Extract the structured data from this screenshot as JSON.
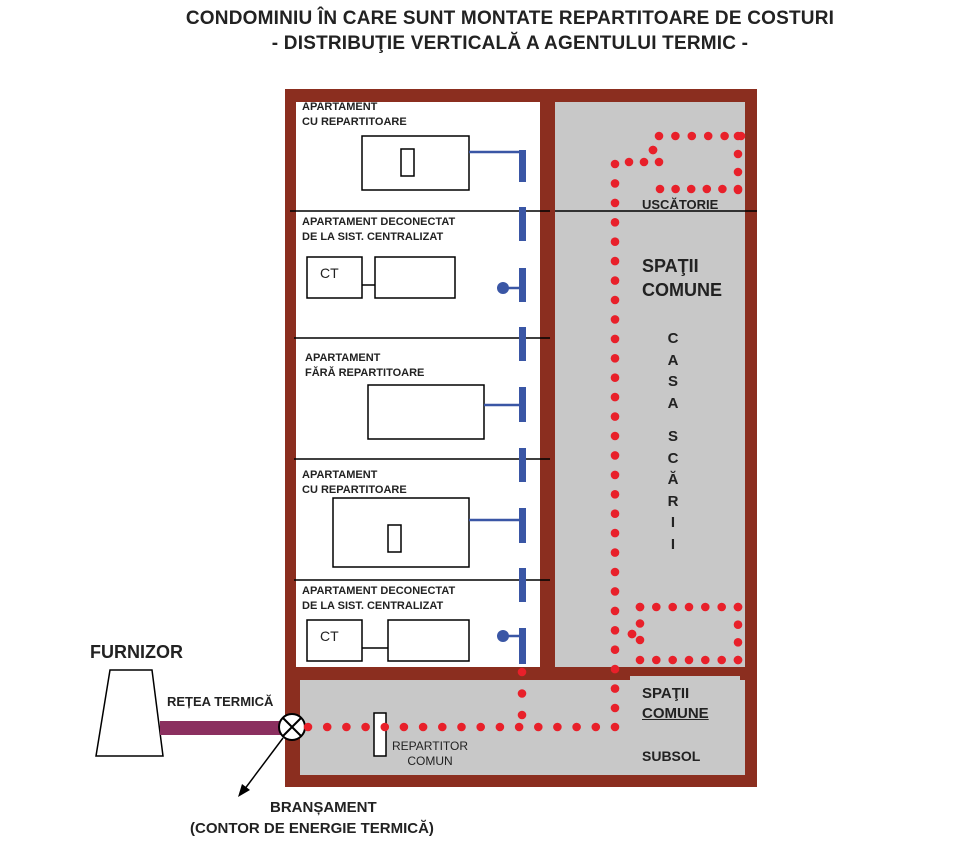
{
  "title": {
    "line1": "CONDOMINIU ÎN CARE SUNT MONTATE REPARTITOARE DE COSTURI",
    "line2": "- DISTRIBUŢIE VERTICALĂ A AGENTULUI TERMIC -"
  },
  "apartments": [
    {
      "line1": "APARTAMENT",
      "line2": "CU REPARTITOARE"
    },
    {
      "line1": "APARTAMENT DECONECTAT",
      "line2": "DE LA SIST. CENTRALIZAT",
      "box": "CT"
    },
    {
      "line1": "APARTAMENT",
      "line2": "FĂRĂ REPARTITOARE"
    },
    {
      "line1": "APARTAMENT",
      "line2": "CU REPARTITOARE"
    },
    {
      "line1": "APARTAMENT DECONECTAT",
      "line2": "DE LA SIST. CENTRALIZAT",
      "box": "CT"
    }
  ],
  "common": {
    "uscatorie": "USCĂTORIE",
    "spatii_line1": "SPAŢII",
    "spatii_line2": "COMUNE",
    "casa_scarii": [
      "C",
      "A",
      "S",
      "A",
      "S",
      "C",
      "Ă",
      "R",
      "I",
      "I"
    ],
    "basement_line1": "SPAŢII",
    "basement_line2": "COMUNE",
    "subsol": "SUBSOL"
  },
  "supply": {
    "furnizor": "FURNIZOR",
    "retea": "REȚEA TERMICĂ",
    "repartitor_line1": "REPARTITOR",
    "repartitor_line2": "COMUN",
    "bransament": "BRANȘAMENT",
    "contor": "(CONTOR DE ENERGIE TERMICĂ)"
  },
  "colors": {
    "wall": "#8b2e1f",
    "common_space": "#c8c8c8",
    "riser": "#3a56a5",
    "heat_path": "#e8202a",
    "network_pipe": "#8b2f5f"
  }
}
